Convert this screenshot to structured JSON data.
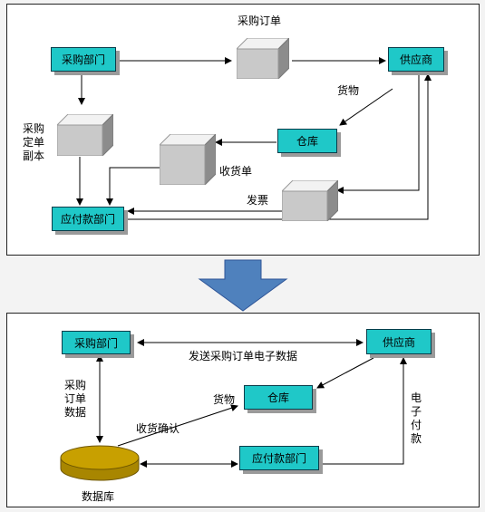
{
  "top": {
    "nodes": {
      "purchasing": "采购部门",
      "supplier": "供应商",
      "warehouse": "仓库",
      "payables": "应付款部门"
    },
    "labels": {
      "purchase_order": "采购订单",
      "goods": "货物",
      "order_copy": [
        "采购",
        "定单",
        "副本"
      ],
      "receipt": "收货单",
      "invoice": "发票"
    }
  },
  "bottom": {
    "nodes": {
      "purchasing": "采购部门",
      "supplier": "供应商",
      "warehouse": "仓库",
      "payables": "应付款部门",
      "database": "数据库"
    },
    "labels": {
      "send_po_data": "发送采购订单电子数据",
      "order_data": [
        "采购",
        "订单",
        "数据"
      ],
      "goods": "货物",
      "receipt_confirm": "收货确认",
      "e_payment": [
        "电",
        "子",
        "付",
        "款"
      ]
    }
  },
  "colors": {
    "node_fill": "#1fc8c8",
    "down_arrow": "#4f81bd",
    "database": "#c8a000"
  }
}
